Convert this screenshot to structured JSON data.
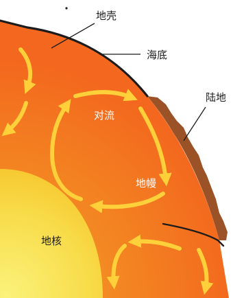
{
  "diagram": {
    "labels": {
      "crust": "地壳",
      "ocean_floor": "海底",
      "land": "陆地",
      "convection": "对流",
      "mantle": "地幔",
      "core": "地核"
    },
    "colors": {
      "background": "#ffffff",
      "mantle_outer": "#f3681e",
      "mantle_mid": "#f38a22",
      "mantle_inner": "#f5b22a",
      "core_outer": "#f6c42a",
      "core_center": "#fbf27a",
      "continent": "#9b5226",
      "crust_line": "#1c1c1c",
      "convection_arrow": "#ffd03a"
    }
  }
}
